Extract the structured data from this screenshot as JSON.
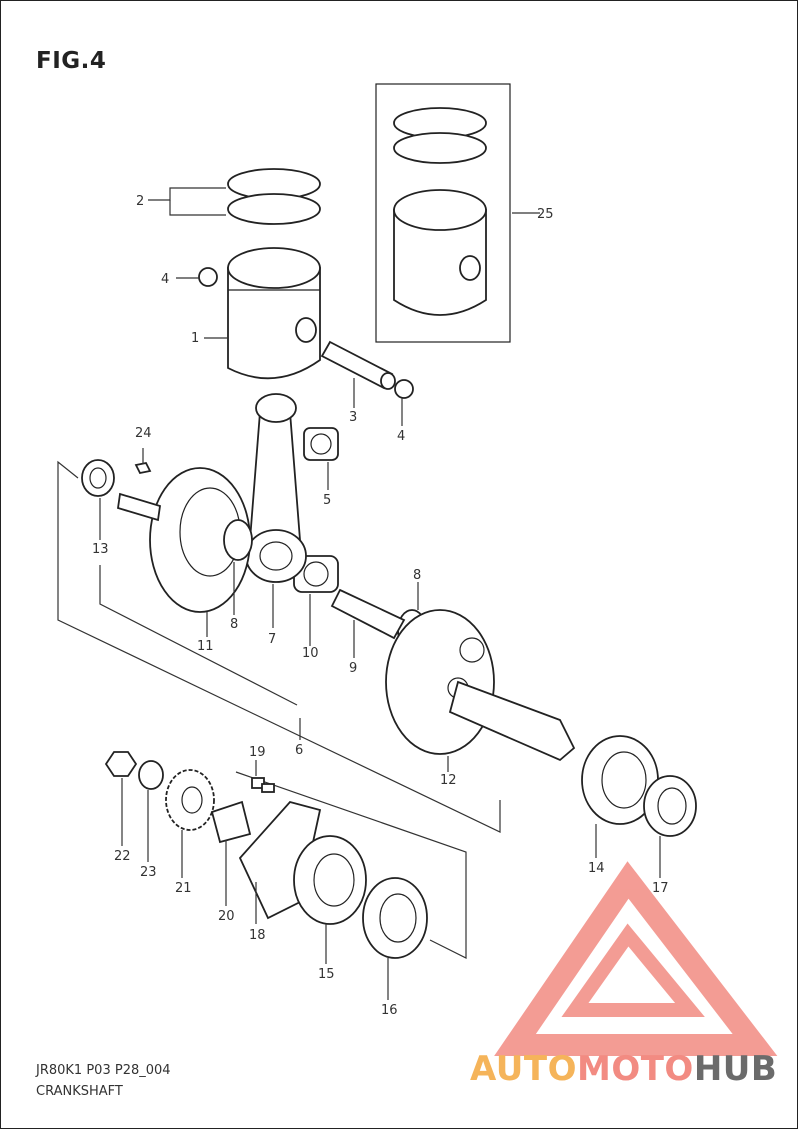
{
  "figure": {
    "title": "FIG.4",
    "code": "JR80K1 P03 P28_004",
    "name": "CRANKSHAFT"
  },
  "callouts": [
    "1",
    "2",
    "3",
    "4",
    "4",
    "5",
    "6",
    "7",
    "8",
    "8",
    "9",
    "10",
    "11",
    "12",
    "13",
    "14",
    "15",
    "16",
    "17",
    "18",
    "19",
    "20",
    "21",
    "22",
    "23",
    "24",
    "25"
  ],
  "watermark": {
    "part_a": "AUTO",
    "part_b": "MOTO",
    "part_c": "HUB",
    "color_a": "#f5b45a",
    "color_b": "#f28b82",
    "color_c": "#6b6b6b",
    "mark_color": "#f28b82"
  }
}
